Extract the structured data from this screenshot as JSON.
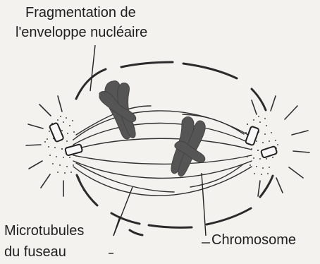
{
  "labels": {
    "nuclear_envelope": [
      "Fragmentation de",
      "l'enveloppe nucléaire"
    ],
    "spindle_microtubules": [
      "Microtubules",
      "du fuseau"
    ],
    "chromosome": "Chromosome"
  }
}
